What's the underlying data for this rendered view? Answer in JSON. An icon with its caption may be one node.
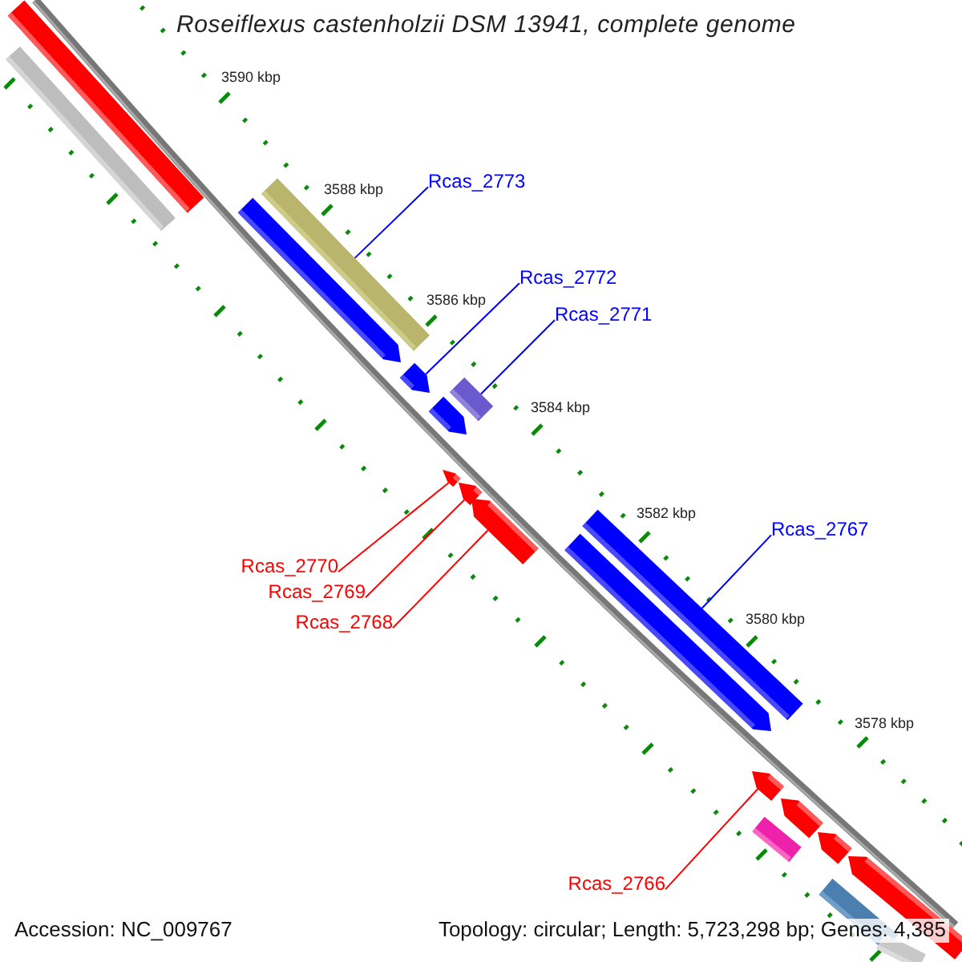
{
  "diagram": {
    "title": "Roseiflexus castenholzii DSM 13941, complete genome",
    "nodes": [
      {
        "text": [
          "Rcas_2773"
        ]
      },
      {
        "text": [],
        "shape": "bar"
      },
      {
        "text": [
          "Rcas_2772"
        ]
      },
      {
        "text": [],
        "shape": "arrow"
      },
      {
        "text": [
          "Rcas_2771"
        ]
      },
      {
        "text": [],
        "shape": "bar"
      },
      {
        "text": [
          "Rcas_2770"
        ]
      },
      {
        "text": [],
        "shape": "arrow"
      },
      {
        "text": [
          "Rcas_2769"
        ]
      },
      {
        "text": [],
        "shape": "arrow"
      },
      {
        "text": [
          "Rcas_2768"
        ]
      },
      {
        "text": [],
        "shape": "arrow"
      },
      {
        "text": [
          "Rcas_2767"
        ]
      },
      {
        "text": [],
        "shape": "bar"
      },
      {
        "text": [
          "Rcas_2766"
        ]
      },
      {
        "text": [],
        "shape": "arrow"
      },
      {
        "text": [],
        "shape": "bar"
      },
      {
        "text": [],
        "shape": "bar"
      },
      {
        "text": [],
        "shape": "arrow"
      },
      {
        "text": [],
        "shape": "arrow"
      },
      {
        "text": [],
        "shape": "arrow"
      },
      {
        "text": [],
        "shape": "arrow"
      },
      {
        "text": [],
        "shape": "arrow"
      },
      {
        "text": [],
        "shape": "arrow"
      },
      {
        "text": [],
        "shape": "bar"
      },
      {
        "text": [],
        "shape": "bar"
      },
      {
        "text": [],
        "shape": "bar"
      }
    ],
    "edges": [
      {
        "from": 0,
        "to": 1,
        "arrow": "none",
        "color": "#0000ff"
      },
      {
        "from": 2,
        "to": 3,
        "arrow": "none",
        "color": "#0000ff"
      },
      {
        "from": 4,
        "to": 5,
        "arrow": "none",
        "color": "#0000ff"
      },
      {
        "from": 6,
        "to": 7,
        "arrow": "none",
        "color": "#ff0000"
      },
      {
        "from": 8,
        "to": 9,
        "arrow": "none",
        "color": "#ff0000"
      },
      {
        "from": 10,
        "to": 11,
        "arrow": "none",
        "color": "#ff0000"
      },
      {
        "from": 12,
        "to": 13,
        "arrow": "none",
        "color": "#0000ff"
      },
      {
        "from": 14,
        "to": 15,
        "arrow": "none",
        "color": "#ff0000"
      }
    ],
    "labels": [
      "3590 kbp",
      "3588 kbp",
      "3586 kbp",
      "3584 kbp",
      "3582 kbp",
      "3580 kbp",
      "3578 kbp",
      "Accession: NC_009767",
      "Topology: circular; Length: 5,723,298 bp; Genes: 4,385"
    ]
  }
}
